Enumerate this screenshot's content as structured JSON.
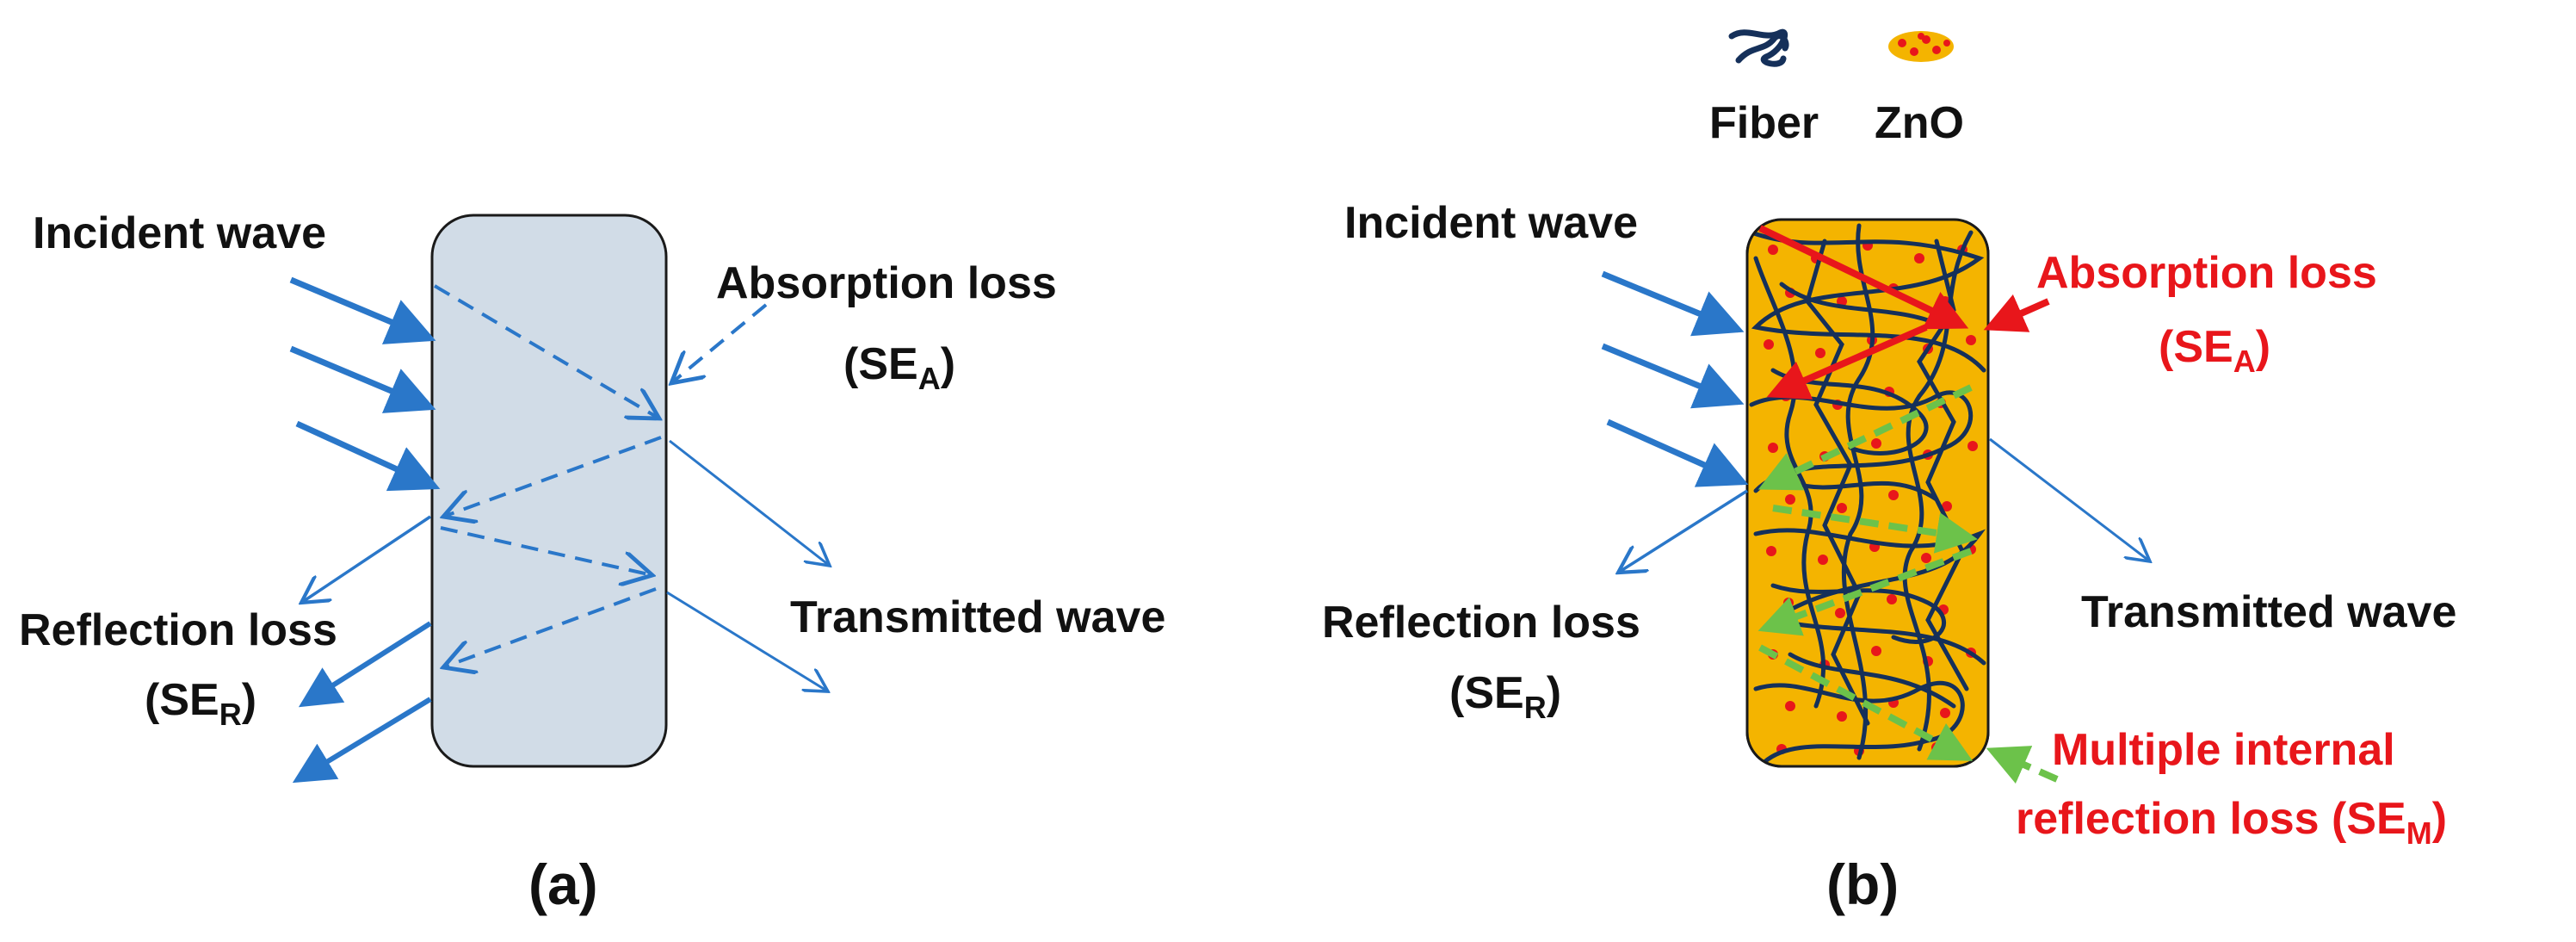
{
  "colors": {
    "arrow_blue": "#2a77c9",
    "slab_fill": "#d1dce7",
    "slab_stroke": "#1a1a1a",
    "red": "#e8161b",
    "green": "#6cc24a",
    "fiber": "#15305a",
    "zno_orange": "#f4b400",
    "zno_red": "#e8161b"
  },
  "legend": {
    "fiber_icon": "fiber-icon",
    "fiber_label": "Fiber",
    "zno_icon": "zno-particle-icon",
    "zno_label": "ZnO"
  },
  "panel_a": {
    "caption": "(a)",
    "incident": "Incident wave",
    "absorption": "Absorption loss",
    "absorption_se": "(SE",
    "absorption_sub": "A",
    "transmitted": "Transmitted wave",
    "reflection": "Reflection loss",
    "reflection_se": "(SE",
    "reflection_sub": "R"
  },
  "panel_b": {
    "caption": "(b)",
    "incident": "Incident wave",
    "absorption": "Absorption loss",
    "absorption_se": "(SE",
    "absorption_sub": "A",
    "transmitted": "Transmitted wave",
    "reflection": "Reflection loss",
    "reflection_se": "(SE",
    "reflection_sub": "R",
    "multiple_line1": "Multiple internal",
    "multiple_line2": "reflection loss (SE",
    "multiple_sub": "M"
  },
  "close_paren": ")"
}
